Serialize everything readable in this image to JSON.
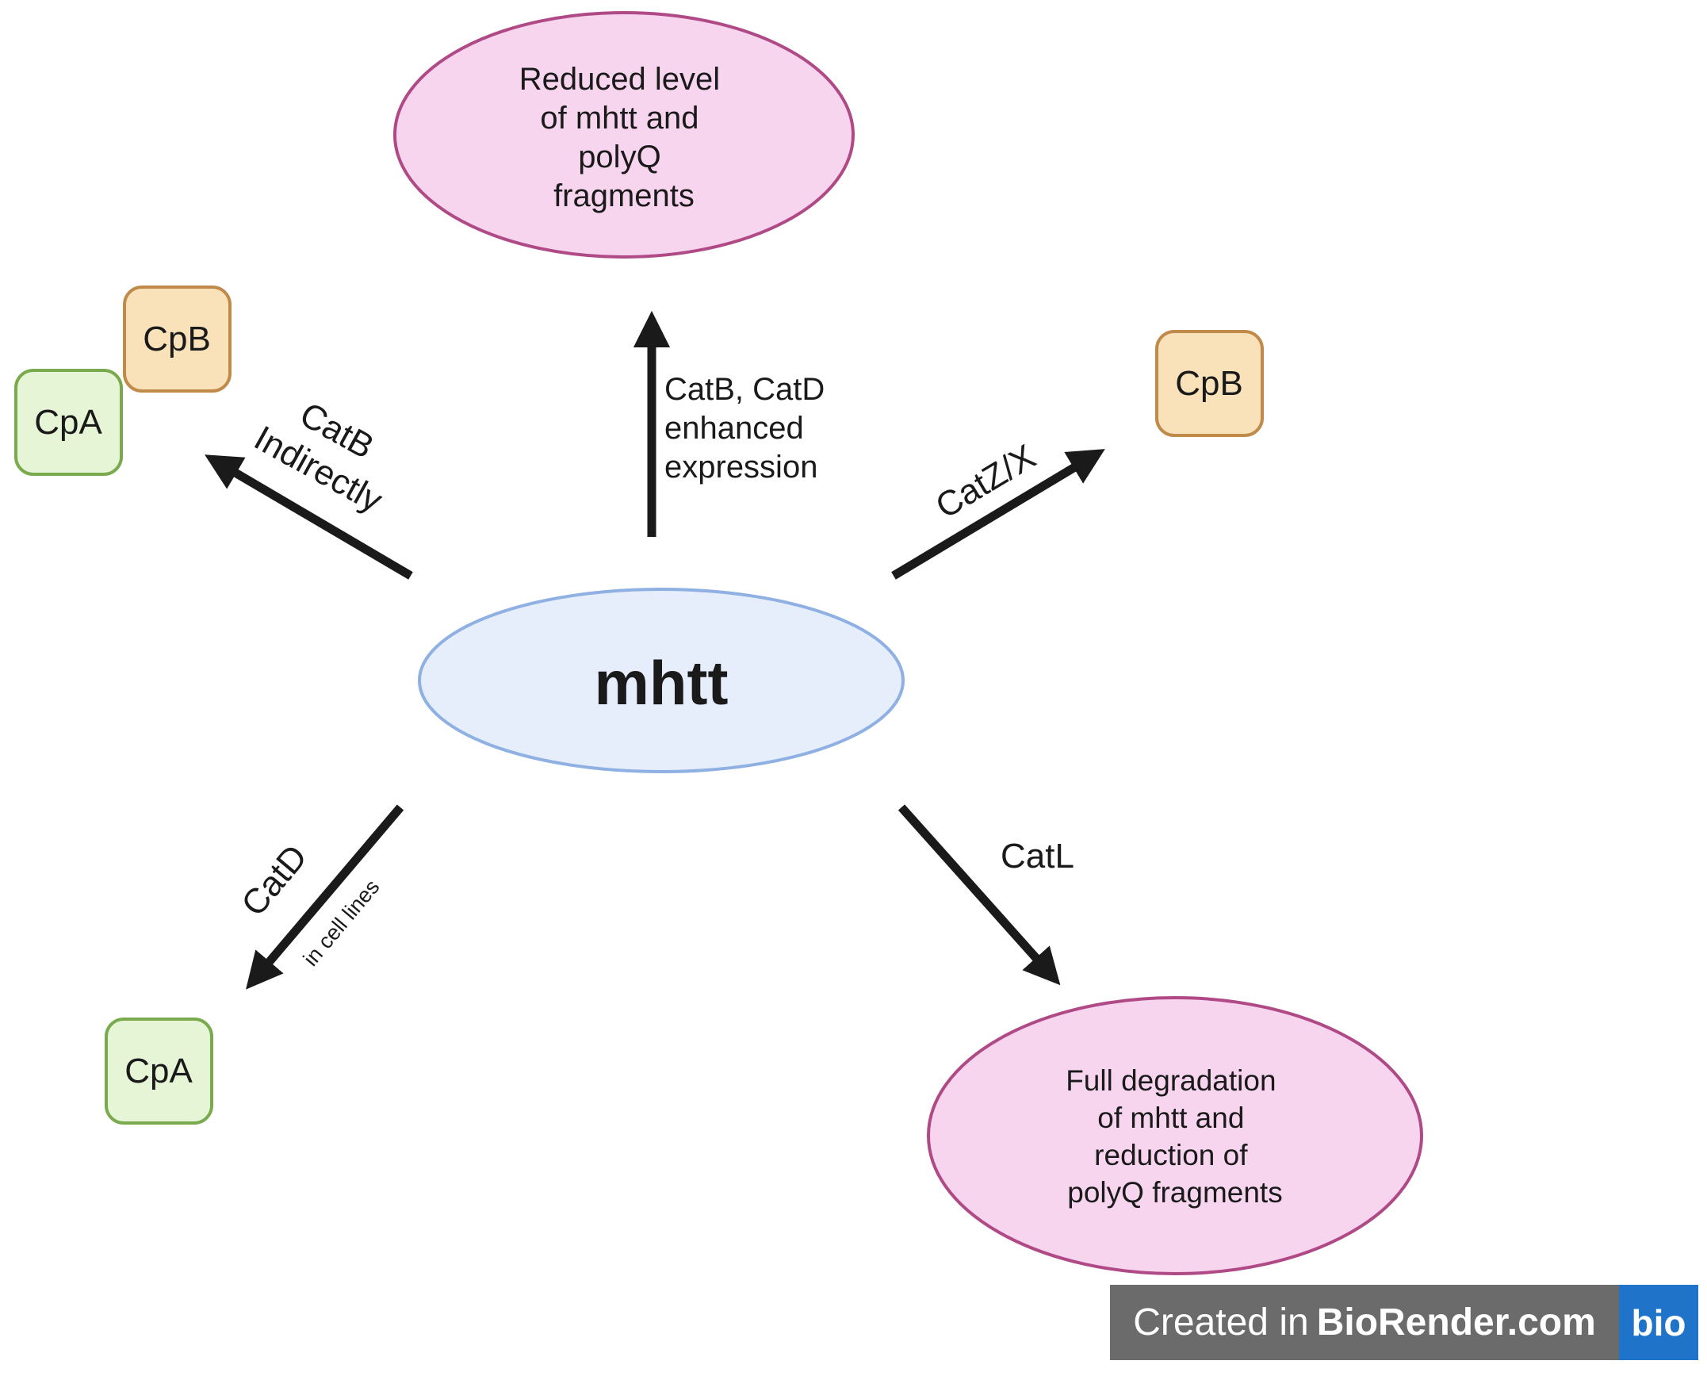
{
  "diagram": {
    "center": {
      "label": "mhtt"
    },
    "top_outcome": {
      "lines": [
        "Reduced level",
        "of mhtt and",
        "polyQ",
        "fragments"
      ]
    },
    "bottom_outcome": {
      "lines": [
        "Full degradation",
        "of mhtt and",
        "reduction of",
        "polyQ fragments"
      ]
    },
    "boxes": {
      "top_left_cpb": "CpB",
      "top_left_cpa": "CpA",
      "top_right_cpb": "CpB",
      "bottom_left_cpa": "CpA"
    },
    "arrow_labels": {
      "upper_left": [
        "CatB",
        "Indirectly"
      ],
      "up": [
        "CatB, CatD",
        "enhanced",
        "expression"
      ],
      "upper_right": "CatZ/X",
      "lower_left": "CatD",
      "lower_left_note": "in cell lines",
      "lower_right": "CatL"
    },
    "colors": {
      "pink_fill": "#f8d5ee",
      "pink_stroke": "#b04a87",
      "blue_fill": "#e6eefb",
      "blue_stroke": "#8fb0e3",
      "cpb_fill": "#f9e2b9",
      "cpb_stroke": "#c08a4a",
      "cpa_fill": "#e6f5d6",
      "cpa_stroke": "#79ab4e",
      "arrow": "#1a1a1a"
    }
  },
  "watermark": {
    "prefix": "Created in",
    "brand": "BioRender.com",
    "logo": "bio"
  }
}
